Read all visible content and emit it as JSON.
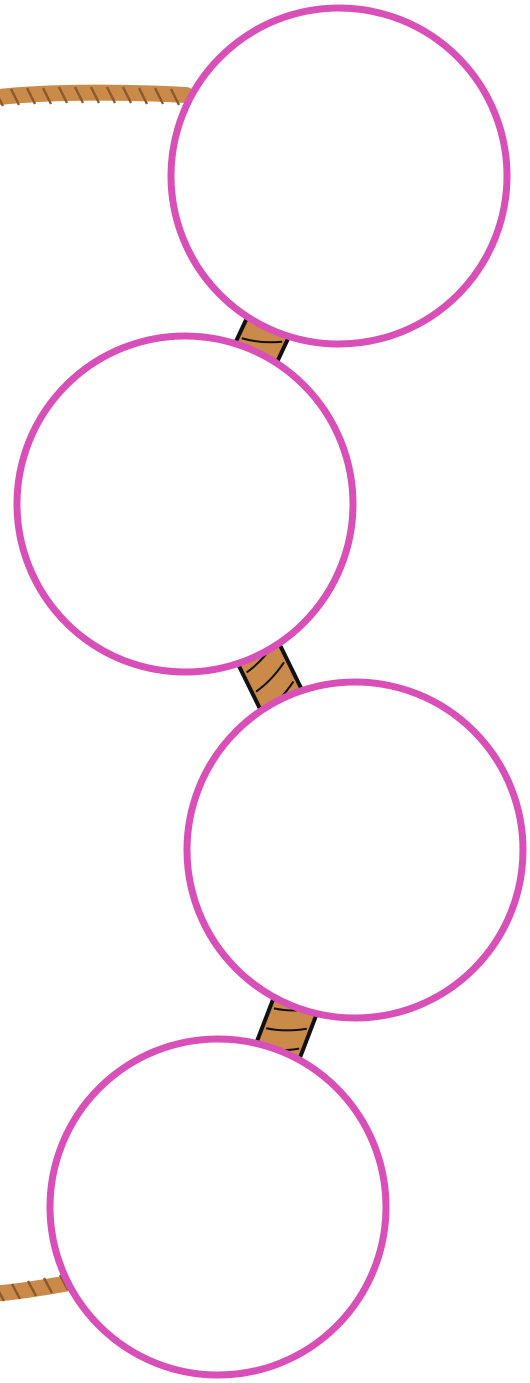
{
  "diagram": {
    "kind": "rope-linked-circles",
    "circle_stroke_color": "#d94fb8",
    "circle_fill_color": "#ffffff",
    "rope_color": "#c98a4a",
    "rope_outline_color": "#111111",
    "rope_twist_color": "#8a5a2b",
    "background_color": "#ffffff",
    "circles": [
      {
        "label": ""
      },
      {
        "label": ""
      },
      {
        "label": ""
      },
      {
        "label": ""
      }
    ],
    "connectors": [
      {
        "from": 0,
        "to": 1
      },
      {
        "from": 1,
        "to": 2
      },
      {
        "from": 2,
        "to": 3
      }
    ]
  }
}
